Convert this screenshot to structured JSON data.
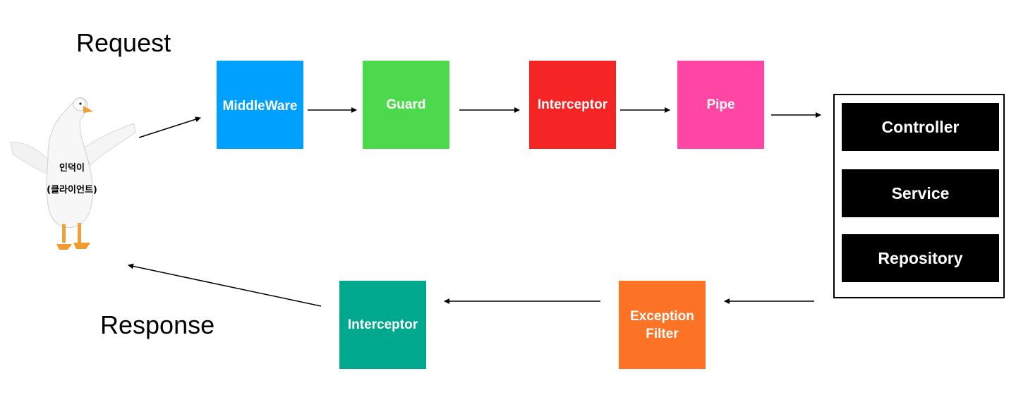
{
  "labels": {
    "request": "Request",
    "response": "Response"
  },
  "client": {
    "name": "인덕이",
    "role": "(클라이언트)"
  },
  "request_flow": [
    {
      "label": "MiddleWare",
      "color": "#00a0ff"
    },
    {
      "label": "Guard",
      "color": "#4cd94c"
    },
    {
      "label": "Interceptor",
      "color": "#f52525"
    },
    {
      "label": "Pipe",
      "color": "#ff46a4"
    }
  ],
  "app_layers": [
    "Controller",
    "Service",
    "Repository"
  ],
  "response_flow": [
    {
      "label": "Exception Filter",
      "color": "#fd7325"
    },
    {
      "label": "Interceptor",
      "color": "#00a98d"
    }
  ]
}
